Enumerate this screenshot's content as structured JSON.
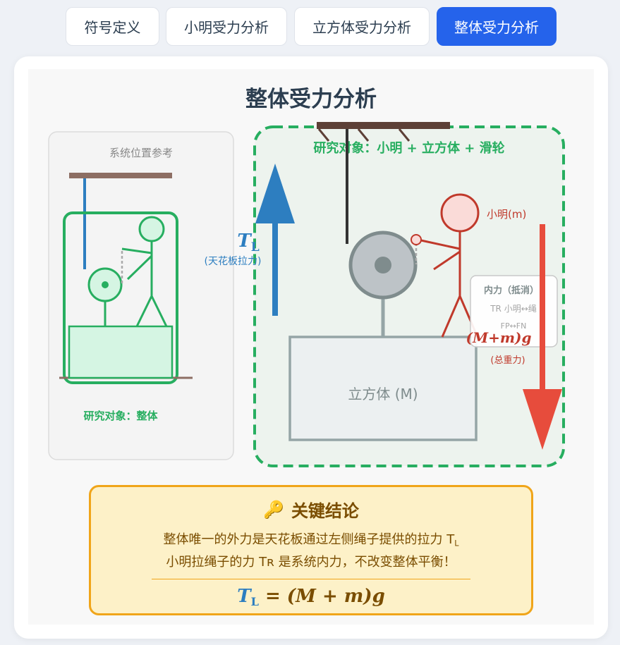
{
  "tabs": [
    {
      "label": "符号定义",
      "active": false
    },
    {
      "label": "小明受力分析",
      "active": false
    },
    {
      "label": "立方体受力分析",
      "active": false
    },
    {
      "label": "整体受力分析",
      "active": true
    }
  ],
  "diagram": {
    "title": "整体受力分析",
    "ref_panel": {
      "caption": "系统位置参考",
      "study_label": "研究对象：整体"
    },
    "main": {
      "study_label": "研究对象：小明 + 立方体 + 滑轮",
      "tension": {
        "symbol": "T",
        "subscript": "L",
        "caption": "(天花板拉力)"
      },
      "person_label": "小明(m)",
      "cube_label": "立方体 (M)",
      "internal_box": {
        "title": "内力（抵消）",
        "line1": "TR 小明↔绳",
        "line2": "FP↔FN"
      },
      "weight": {
        "formula": "(M+m)g",
        "caption": "(总重力)"
      }
    }
  },
  "conclusion": {
    "icon": "🔑",
    "title": "关键结论",
    "line1": "整体唯一的外力是天花板通过左侧绳子提供的拉力 T",
    "line1_sub": "L",
    "line2": "小明拉绳子的力 Tʀ 是系统内力，不改变整体平衡！",
    "formula_lhs": "T",
    "formula_lhs_sub": "L",
    "formula_rhs": "= (M + m)g"
  },
  "colors": {
    "accent": "#2563eb",
    "system_green": "#27ae60",
    "tension_blue": "#2d7ec0",
    "weight_red": "#e74c3c",
    "person_red": "#c0392b",
    "ceiling_brown": "#5d4037",
    "conclusion_bg": "#fdf1c8",
    "conclusion_border": "#f0a51a"
  }
}
